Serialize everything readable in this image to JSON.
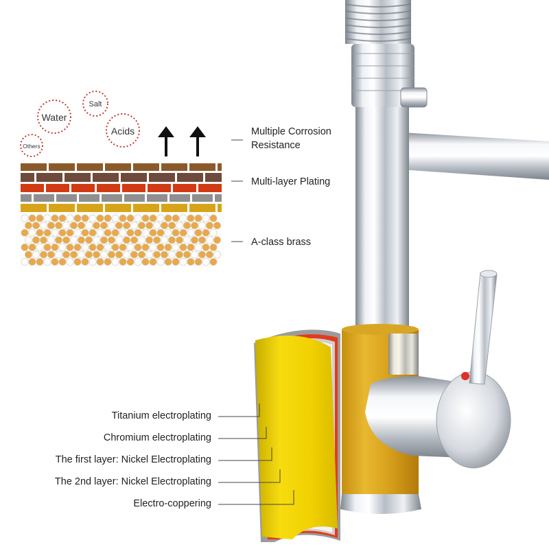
{
  "elements": [
    {
      "key": "water",
      "label": "Water"
    },
    {
      "key": "salt",
      "label": "Salt"
    },
    {
      "key": "acids",
      "label": "Acids"
    },
    {
      "key": "others",
      "label": "Others"
    }
  ],
  "right_labels": [
    {
      "key": "corrosion",
      "lines": [
        "Multiple Corrosion",
        "Resistance"
      ]
    },
    {
      "key": "plating",
      "lines": [
        "Multi-layer Plating"
      ]
    },
    {
      "key": "brass",
      "lines": [
        "A-class brass"
      ]
    }
  ],
  "layer_labels": [
    {
      "key": "titanium",
      "text": "Titanium electroplating"
    },
    {
      "key": "chromium",
      "text": "Chromium electroplating"
    },
    {
      "key": "nickel1",
      "text": "The first layer: Nickel Electroplating"
    },
    {
      "key": "nickel2",
      "text": "The 2nd layer: Nickel Electroplating"
    },
    {
      "key": "copper",
      "text": "Electro-coppering"
    }
  ],
  "colors": {
    "brick_brown": "#8b5a2b",
    "brick_dark": "#6e4a3c",
    "brick_red": "#d23a14",
    "brick_grey": "#8f8f8f",
    "brick_gold": "#d7a419",
    "brass_orange": "#e9a84a",
    "bubble_ring": "#c0392b",
    "chrome_light": "#f2f4f7",
    "chrome_dark": "#8a9099",
    "plating_yellow": "#f0d000",
    "plating_red": "#e23b1a",
    "plating_grey": "#9a9a9a"
  }
}
